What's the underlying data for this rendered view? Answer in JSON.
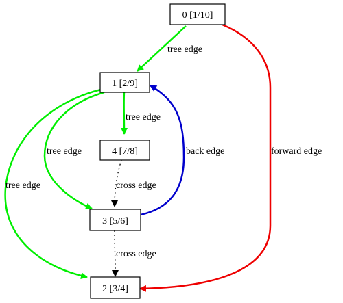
{
  "colors": {
    "tree": "#00ee00",
    "back": "#0000cc",
    "forward": "#ee0000",
    "cross": "#000000"
  },
  "nodes": {
    "n0": "0 [1/10]",
    "n1": "1 [2/9]",
    "n2": "2 [3/4]",
    "n3": "3 [5/6]",
    "n4": "4 [7/8]"
  },
  "edges": {
    "e0_1": {
      "from": "0",
      "to": "1",
      "label": "tree edge",
      "kind": "tree"
    },
    "e1_4": {
      "from": "1",
      "to": "4",
      "label": "tree edge",
      "kind": "tree"
    },
    "e1_3": {
      "from": "1",
      "to": "3",
      "label": "tree edge",
      "kind": "tree"
    },
    "e1_2": {
      "from": "1",
      "to": "2",
      "label": "tree edge",
      "kind": "tree"
    },
    "e3_1": {
      "from": "3",
      "to": "1",
      "label": "back edge",
      "kind": "back"
    },
    "e0_2": {
      "from": "0",
      "to": "2",
      "label": "forward edge",
      "kind": "forward"
    },
    "e4_3": {
      "from": "4",
      "to": "3",
      "label": "cross edge",
      "kind": "cross"
    },
    "e3_2": {
      "from": "3",
      "to": "2",
      "label": "cross edge",
      "kind": "cross"
    }
  }
}
